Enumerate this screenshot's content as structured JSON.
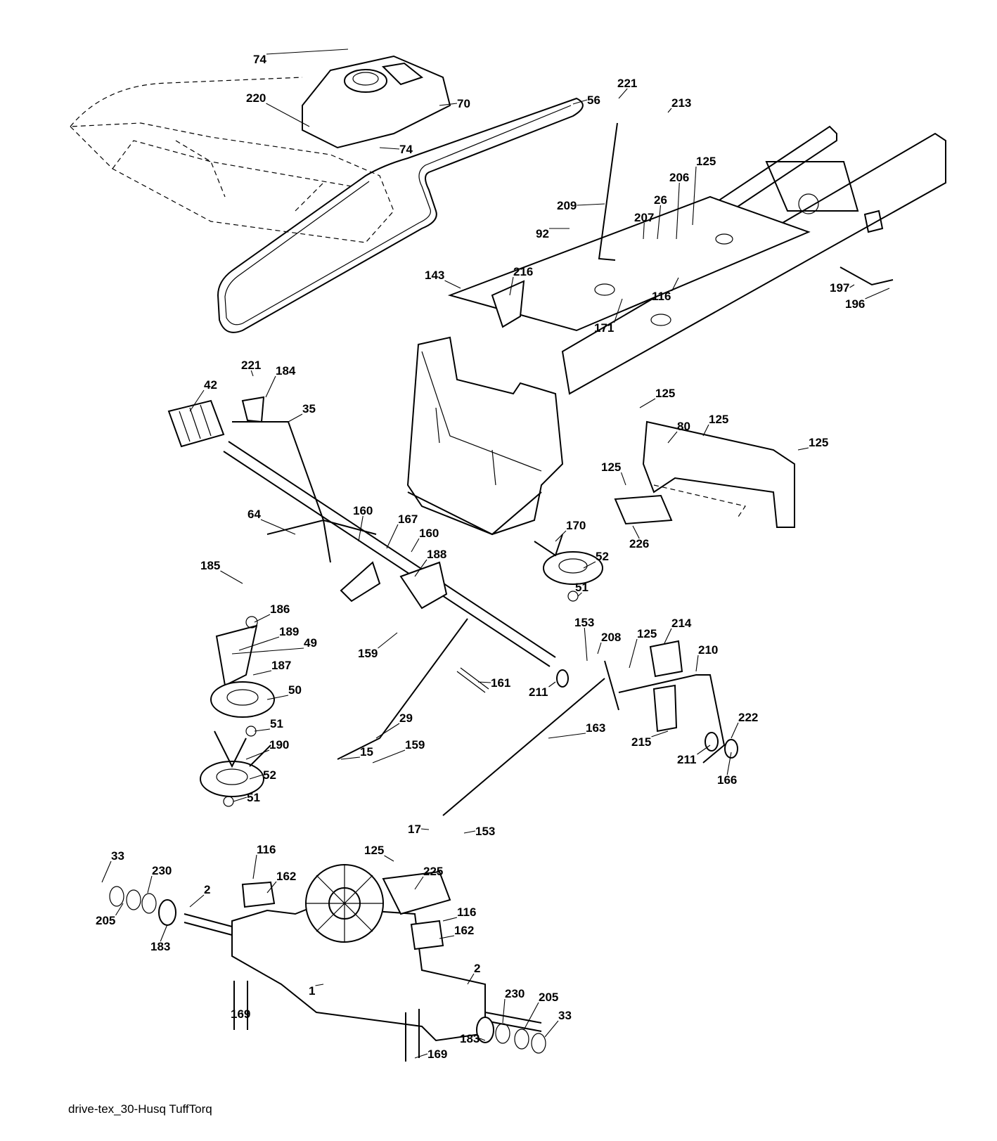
{
  "caption": "drive-tex_30-Husq TuffTorq",
  "callouts": [
    "74",
    "220",
    "70",
    "74",
    "56",
    "221",
    "213",
    "125",
    "206",
    "26",
    "207",
    "209",
    "92",
    "116",
    "143",
    "216",
    "171",
    "197",
    "196",
    "221",
    "184",
    "42",
    "35",
    "125",
    "80",
    "125",
    "125",
    "125",
    "64",
    "160",
    "167",
    "160",
    "188",
    "170",
    "52",
    "51",
    "226",
    "185",
    "186",
    "189",
    "49",
    "187",
    "159",
    "153",
    "208",
    "125",
    "214",
    "210",
    "50",
    "161",
    "211",
    "51",
    "29",
    "163",
    "222",
    "190",
    "15",
    "159",
    "215",
    "211",
    "166",
    "52",
    "51",
    "17",
    "153",
    "33",
    "116",
    "125",
    "162",
    "225",
    "230",
    "2",
    "205",
    "183",
    "116",
    "162",
    "2",
    "1",
    "230",
    "205",
    "33",
    "169",
    "183",
    "169"
  ]
}
